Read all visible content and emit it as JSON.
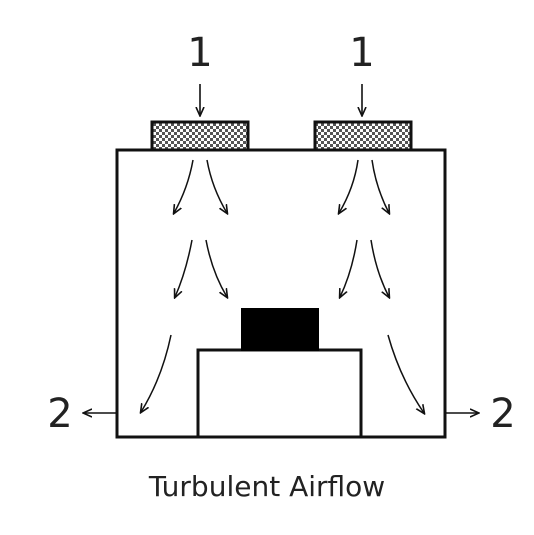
{
  "diagram": {
    "inlet_label_left": "1",
    "inlet_label_right": "1",
    "outlet_label_left": "2",
    "outlet_label_right": "2",
    "caption": "Turbulent Airflow"
  },
  "colors": {
    "line": "#111111",
    "label": "#222222",
    "filter_hatch": "#555555",
    "object": "#000000",
    "background": "#ffffff"
  }
}
